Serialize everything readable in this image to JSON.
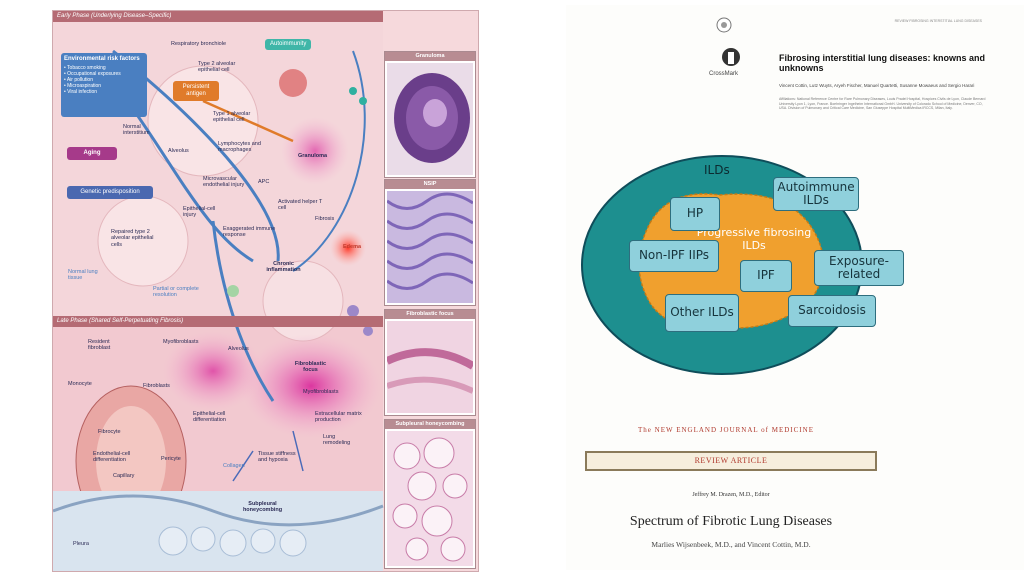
{
  "left_figure": {
    "early_phase": "Early Phase (Underlying Disease–Specific)",
    "late_phase": "Late Phase (Shared Self-Perpetuating Fibrosis)",
    "respiratory_bronchiole": "Respiratory bronchiole",
    "autoimmunity": "Autoimmunity",
    "env_title": "Environmental risk factors",
    "env_items": [
      "• Tobacco smoking",
      "• Occupational exposures",
      "• Air pollution",
      "• Microaspiration",
      "• Viral infection"
    ],
    "type2_cell": "Type 2 alveolar epithelial cell",
    "persistent_antigen": "Persistent antigen",
    "type1_cell": "Type 1 alveolar epithelial cell",
    "normal_interstitium": "Normal interstitium",
    "aging": "Aging",
    "alveolus": "Alveolus",
    "lymphocytes": "Lymphocytes and macrophages",
    "granuloma_label": "Granuloma",
    "genetic": "Genetic predisposition",
    "microvascular": "Microvascular endothelial injury",
    "apc": "APC",
    "epithelial_injury": "Epithelial-cell injury",
    "activated_t": "Activated helper T cell",
    "fibrosis": "Fibrosis",
    "exaggerated": "Exaggerated immune response",
    "repaired": "Repaired type 2 alveolar epithelial cells",
    "edema": "Edema",
    "chronic_inflammation": "Chronic inflammation",
    "normal_lung": "Normal lung tissue",
    "partial": "Partial or complete resolution",
    "resident_fibroblast": "Resident fibroblast",
    "myofibroblasts": "Myofibroblasts",
    "fibroblastic_focus": "Fibroblastic focus",
    "monocyte": "Monocyte",
    "fibroblasts": "Fibroblasts",
    "fibrocyte": "Fibrocyte",
    "epithelial_diff": "Epithelial-cell differentiation",
    "endothelial_diff": "Endothelial-cell differentiation",
    "pericyte": "Pericyte",
    "capillary": "Capillary",
    "collagen": "Collagen",
    "tissue_stiffness": "Tissue stiffness and hypoxia",
    "ecm": "Extracellular matrix production",
    "lung_remodeling": "Lung remodeling",
    "subpleural": "Subpleural honeycombing",
    "pleura": "Pleura",
    "panels": [
      "Granuloma",
      "NSIP",
      "Fibroblastic focus",
      "Subpleural honeycombing"
    ]
  },
  "journal_page": {
    "header_right": "REVIEW FIBROSING INTERSTITIAL LUNG DISEASES",
    "crossmark": "CrossMark",
    "title": "Fibrosing interstitial lung diseases: knowns and unknowns",
    "authors": "Vincent Cottin, Lutz Wuyts, Aryeh Fischer, Manuel Quartetti, Susanne Mowaeus and Sergio Harari",
    "affiliations": "Affiliations: National Reference Centre for Rare Pulmonary Diseases, Louis Pradel Hospital, Hospices Civils de Lyon, Claude Bernard University Lyon 1, Lyon, France. Boehringer Ingelheim International GmbH. University of Colorado School of Medicine, Denver, CO, USA. Division of Pulmonary and Critical Care Medicine, San Giuseppe Hospital MultiMedica IRCCS, Milan, Italy."
  },
  "diagram": {
    "outer_label": "ILDs",
    "inner_label": "Progressive fibrosing ILDs",
    "hp": "HP",
    "autoimmune": "Autoimmune ILDs",
    "non_ipf": "Non-IPF IIPs",
    "ipf": "IPF",
    "exposure": "Exposure-related",
    "other": "Other ILDs",
    "sarcoidosis": "Sarcoidosis"
  },
  "nejm": {
    "journal_name": "The NEW ENGLAND JOURNAL of MEDICINE",
    "section": "REVIEW ARTICLE",
    "editor": "Jeffrey M. Drazen, M.D., Editor",
    "title": "Spectrum of Fibrotic Lung Diseases",
    "authors": "Marlies Wijsenbeek, M.D., and Vincent Cottin, M.D."
  },
  "colors": {
    "teal_outer": "#1d8f8f",
    "orange_inner": "#f0a02e",
    "pill_fill": "#8fd0dc",
    "nejm_red": "#b03a2e"
  }
}
